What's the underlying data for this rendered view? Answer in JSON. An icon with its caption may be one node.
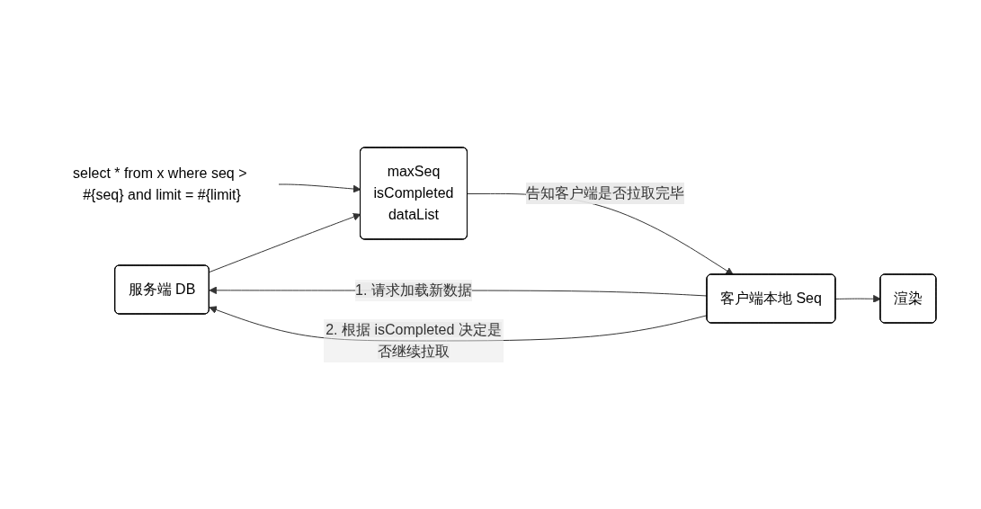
{
  "diagram": {
    "nodes": [
      {
        "text": [
          "渲染"
        ]
      },
      {
        "text": [
          "服务端 DB"
        ]
      },
      {
        "text": [
          "客户端本地 Seq"
        ]
      },
      {
        "text": [
          "maxSeq",
          "isCompleted",
          "dataList"
        ]
      },
      {
        "text": [
          "select * from x where seq > #{seq} and limit = #{limit}"
        ]
      }
    ],
    "edges": [
      {
        "from": 2,
        "to": 0,
        "arrow": "to"
      },
      {
        "from": 2,
        "to": 1,
        "arrow": "to",
        "label": "1. 请求加载新数据"
      },
      {
        "from": 2,
        "to": 1,
        "arrow": "to",
        "label": "2. 根据 isCompleted 决定是否继续拉取"
      },
      {
        "from": 1,
        "to": 3,
        "arrow": "to"
      },
      {
        "from": 3,
        "to": 2,
        "arrow": "to",
        "label": "告知客户端是否拉取完毕"
      },
      {
        "from": 4,
        "to": 3,
        "arrow": "to"
      }
    ]
  }
}
